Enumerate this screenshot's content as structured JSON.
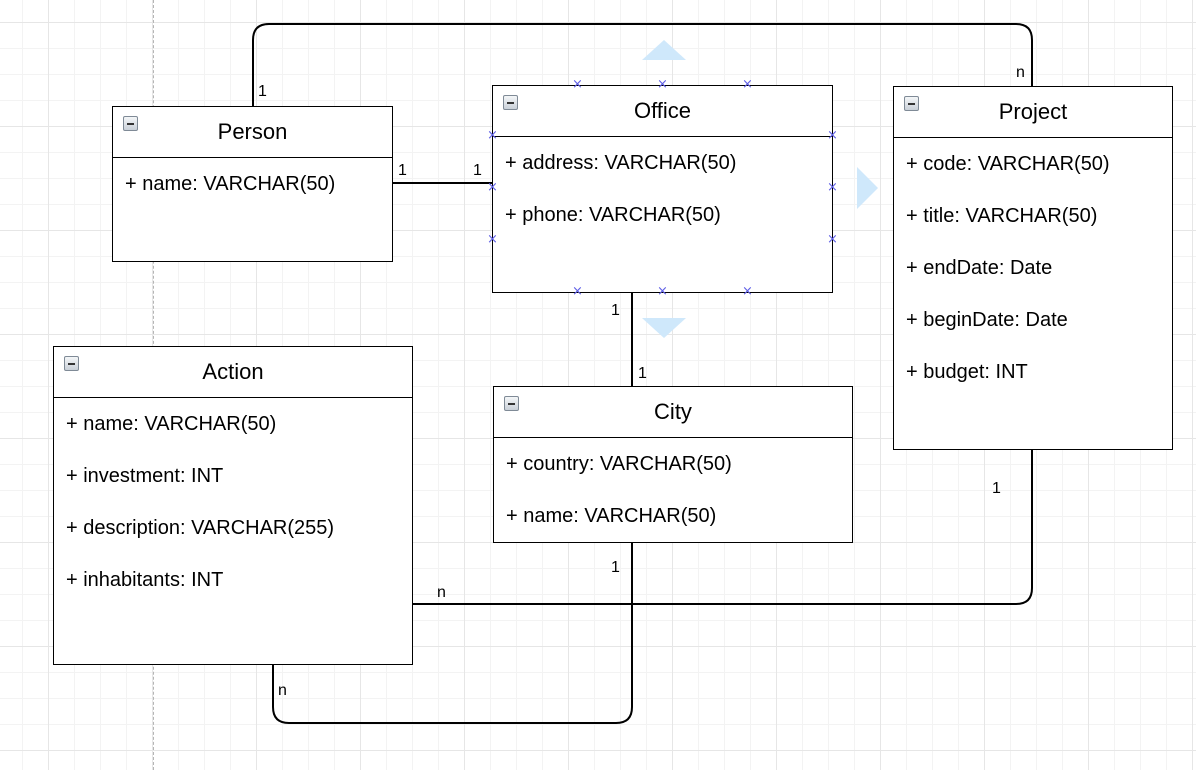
{
  "colors": {
    "grid_major": "#e6e6e6",
    "grid_minor": "#f3f3f3",
    "connection_handle": "#5e5ee6",
    "hover_arrow": "#cfe8fb",
    "stroke": "#000000"
  },
  "entities": {
    "person": {
      "title": "Person",
      "fields": [
        "+ name: VARCHAR(50)"
      ]
    },
    "office": {
      "title": "Office",
      "fields": [
        "+ address: VARCHAR(50)",
        "+ phone: VARCHAR(50)"
      ]
    },
    "project": {
      "title": "Project",
      "fields": [
        "+ code: VARCHAR(50)",
        "+ title: VARCHAR(50)",
        "+ endDate: Date",
        "+ beginDate: Date",
        "+ budget: INT"
      ]
    },
    "action": {
      "title": "Action",
      "fields": [
        "+ name: VARCHAR(50)",
        "+ investment: INT",
        "+ description: VARCHAR(255)",
        "+ inhabitants: INT"
      ]
    },
    "city": {
      "title": "City",
      "fields": [
        "+ country: VARCHAR(50)",
        "+ name: VARCHAR(50)"
      ]
    }
  },
  "relationships": {
    "person_project": {
      "from": "Person",
      "to": "Project",
      "from_label": "1",
      "to_label": "n"
    },
    "person_office": {
      "from": "Person",
      "to": "Office",
      "from_label": "1",
      "to_label": "1"
    },
    "office_city": {
      "from": "Office",
      "to": "City",
      "from_label": "1",
      "to_label": "1"
    },
    "project_action": {
      "from": "Project",
      "to": "Action",
      "from_label": "1",
      "to_label": "n"
    },
    "city_action": {
      "from": "City",
      "to": "Action",
      "from_label": "1",
      "to_label": "n"
    }
  },
  "selection": {
    "selected_entity": "Office",
    "handle_icon": "×",
    "hover_arrows": [
      "up",
      "right",
      "down"
    ]
  }
}
